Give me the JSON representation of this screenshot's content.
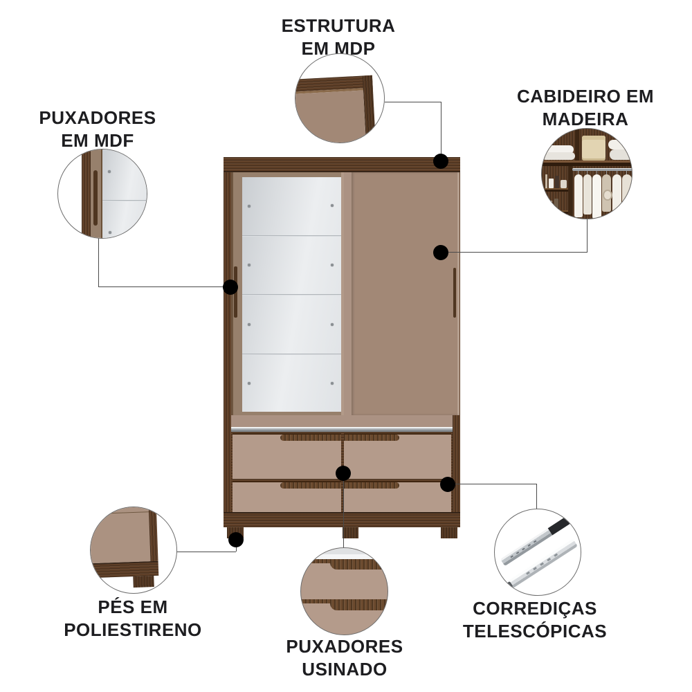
{
  "page": {
    "background": "#ffffff",
    "description": "wardrobe product feature infographic"
  },
  "colors": {
    "wood": "#5e3e26",
    "wood_dark": "#462c17",
    "wood_light": "#7a5636",
    "door_panel": "#a28876",
    "drawer_front": "#b49b8b",
    "door_stile": "#97806c",
    "mirror_light": "#eceef0",
    "mirror_dark": "#c9cdd1",
    "connector_line": "#4a4a4a",
    "connector_dot": "#000000",
    "label_text": "#1d1d20",
    "basket": "#e2d4b2",
    "metal_slide": "#c6cacd"
  },
  "callouts": {
    "estrutura": {
      "line1": "ESTRUTURA",
      "line2": "EM MDP"
    },
    "cabideiro": {
      "line1": "CABIDEIRO EM",
      "line2": "MADEIRA"
    },
    "puxadores_mdf": {
      "line1": "PUXADORES",
      "line2": "EM MDF"
    },
    "pes": {
      "line1": "PÉS EM",
      "line2": "POLIESTIRENO"
    },
    "puxadores_usinado": {
      "line1": "PUXADORES",
      "line2": "USINADO"
    },
    "corredicas": {
      "line1": "CORREDIÇAS",
      "line2": "TELESCÓPICAS"
    }
  }
}
